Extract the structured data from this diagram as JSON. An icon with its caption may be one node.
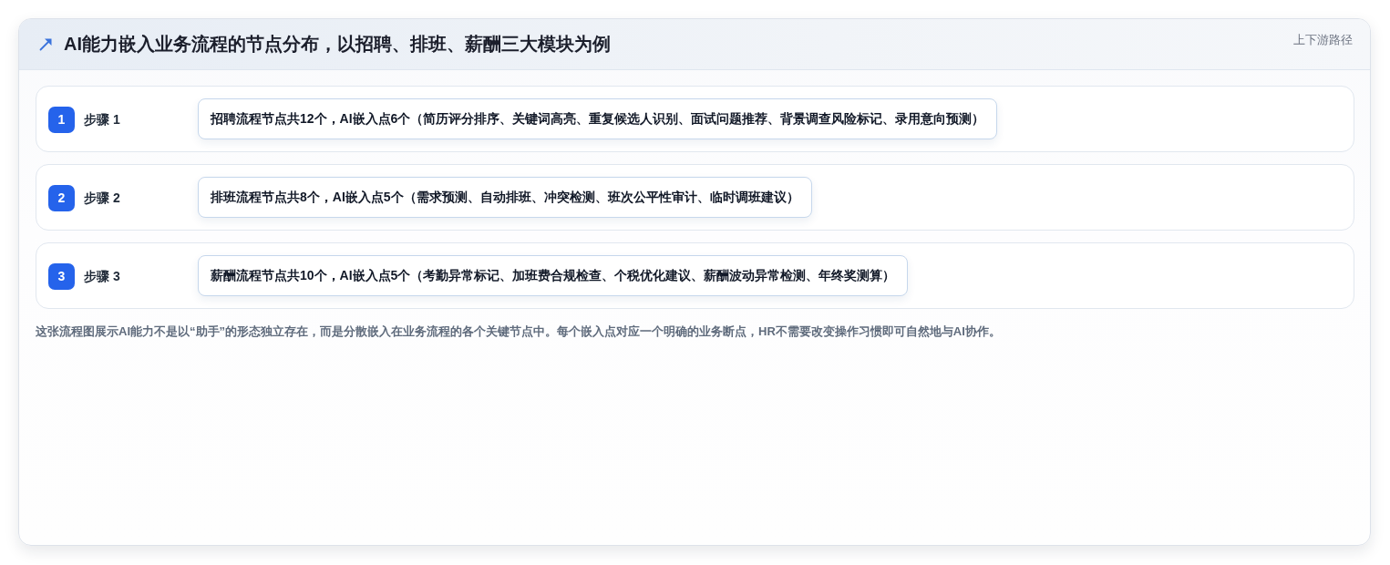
{
  "diagram": {
    "title": "AI能力嵌入业务流程的节点分布，以招聘、排班、薪酬三大模块为例",
    "caption": "这张流程图展示AI能力不是以“助手”的形态独立存在，而是分散嵌入在业务流程的各个关键节点中。每个嵌入点对应一个明确的业务断点，HR不需要改变操作习惯即可自然地与AI协作。",
    "nodes": [
      {
        "text": [
          "步骤 1"
        ]
      },
      {
        "text": [
          "1"
        ],
        "in": 0
      },
      {
        "text": [
          "招聘流程节点共12个，AI嵌入点6个（简历评分排序、关键词高亮、重复候选人识别、面试问题推荐、背景调查风险标记、录用意向预测）"
        ],
        "in": 0
      },
      {
        "text": [
          "步骤 2"
        ]
      },
      {
        "text": [
          "2"
        ],
        "in": 3
      },
      {
        "text": [
          "排班流程节点共8个，AI嵌入点5个（需求预测、自动排班、冲突检测、班次公平性审计、临时调班建议）"
        ],
        "in": 3
      },
      {
        "text": [
          "步骤 3"
        ]
      },
      {
        "text": [
          "3"
        ],
        "in": 6
      },
      {
        "text": [
          "薪酬流程节点共10个，AI嵌入点5个（考勤异常标记、加班费合规检查、个税优化建议、薪酬波动异常检测、年终奖测算）"
        ],
        "in": 6
      }
    ],
    "labels": [
      "上下游路径"
    ]
  }
}
